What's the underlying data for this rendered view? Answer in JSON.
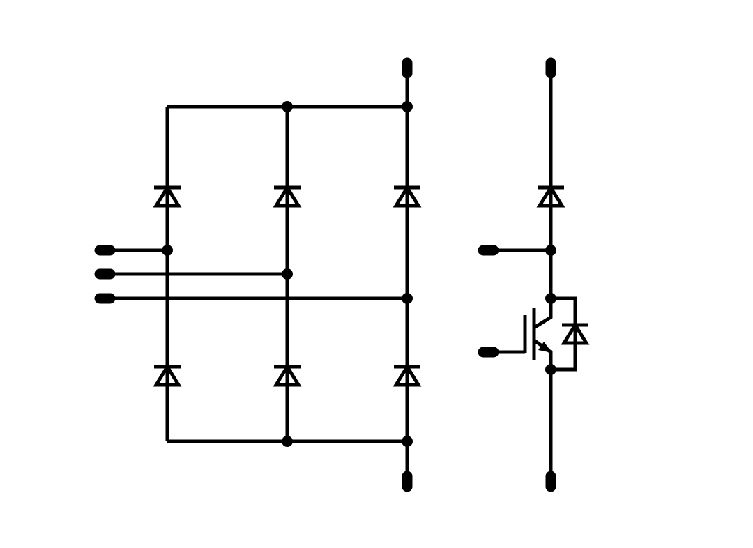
{
  "diagram": {
    "type": "circuit-schematic",
    "components": [
      {
        "kind": "three-phase-diode-bridge-rectifier",
        "diodes": 6,
        "ac_input_terminals": 3,
        "dc_terminals": 2
      },
      {
        "kind": "brake-chopper",
        "parts": [
          "diode",
          "igbt",
          "freewheeling-diode"
        ],
        "terminals": 4
      }
    ],
    "colors": {
      "line": "#000000",
      "background": "#ffffff"
    }
  }
}
